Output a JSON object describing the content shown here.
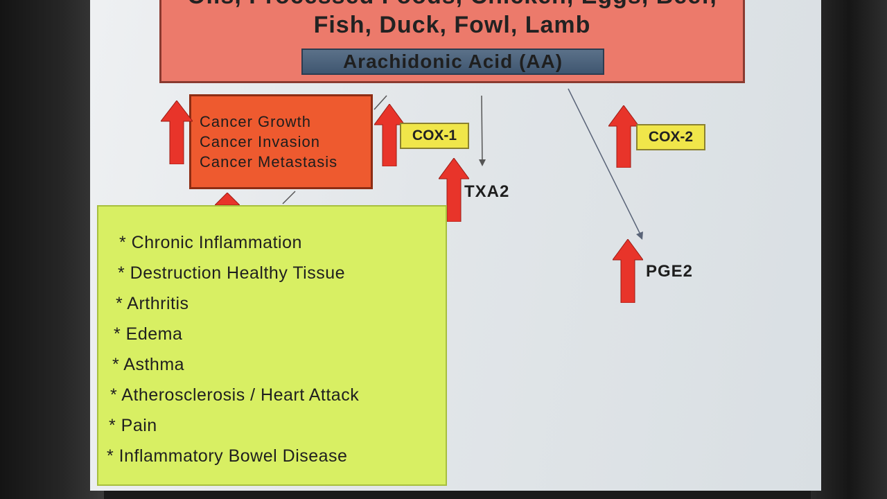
{
  "top_box": {
    "line1": "Oils, Processed Foods, Chicken, Eggs, Beef,",
    "line2": "Fish, Duck, Fowl, Lamb"
  },
  "aa_band": {
    "label": "Arachidonic Acid (AA)"
  },
  "cancer_box": {
    "lines": [
      "Cancer Growth",
      "Cancer Invasion",
      "Cancer Metastasis"
    ]
  },
  "tags": {
    "cox1": "COX-1",
    "cox2": "COX-2"
  },
  "labels": {
    "txa2": "TXA2",
    "pge2": "PGE2"
  },
  "effects": {
    "items": [
      "* Chronic Inflammation",
      "* Destruction Healthy Tissue",
      "* Arthritis",
      "* Edema",
      "* Asthma",
      "* Atherosclerosis / Heart Attack",
      "* Pain",
      "* Inflammatory Bowel Disease"
    ]
  },
  "colors": {
    "top_box": "#ec7a6b",
    "aa_band": "#4a6079",
    "cancer_box": "#ee5a2f",
    "tag": "#f0e64a",
    "effects_box": "#d8ef63",
    "arrow": "#e8342a"
  }
}
